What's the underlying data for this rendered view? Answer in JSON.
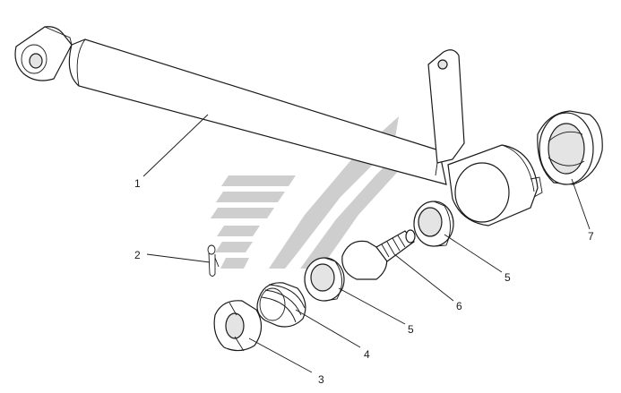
{
  "callouts": [
    {
      "id": "1",
      "label": "1"
    },
    {
      "id": "2",
      "label": "2"
    },
    {
      "id": "3",
      "label": "3"
    },
    {
      "id": "4",
      "label": "4"
    },
    {
      "id": "5a",
      "label": "5"
    },
    {
      "id": "5b",
      "label": "5"
    },
    {
      "id": "6",
      "label": "6"
    },
    {
      "id": "7",
      "label": "7"
    }
  ],
  "colors": {
    "line": "#1a1a1a",
    "watermark": "#7f7f7f",
    "background": "#ffffff"
  }
}
